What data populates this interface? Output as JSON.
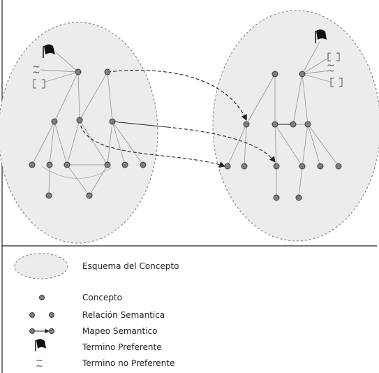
{
  "legend": {
    "items": [
      {
        "key": "scheme",
        "label": "Esquema del Concepto"
      },
      {
        "key": "concept",
        "label": "Concepto"
      },
      {
        "key": "semantic-relation",
        "label": "Relación Semantica"
      },
      {
        "key": "semantic-mapping",
        "label": "Mapeo Semantico"
      },
      {
        "key": "preferred-term",
        "label": "Termino Preferente"
      },
      {
        "key": "non-preferred-term",
        "label": "Termino no Preferente"
      }
    ]
  },
  "colors": {
    "scheme_fill": "#ececec",
    "node_fill": "#7e7e7e",
    "line": "#222222"
  },
  "icons": [
    "flag-icon",
    "tilde-icon",
    "bracket-icon",
    "arrow-icon"
  ]
}
